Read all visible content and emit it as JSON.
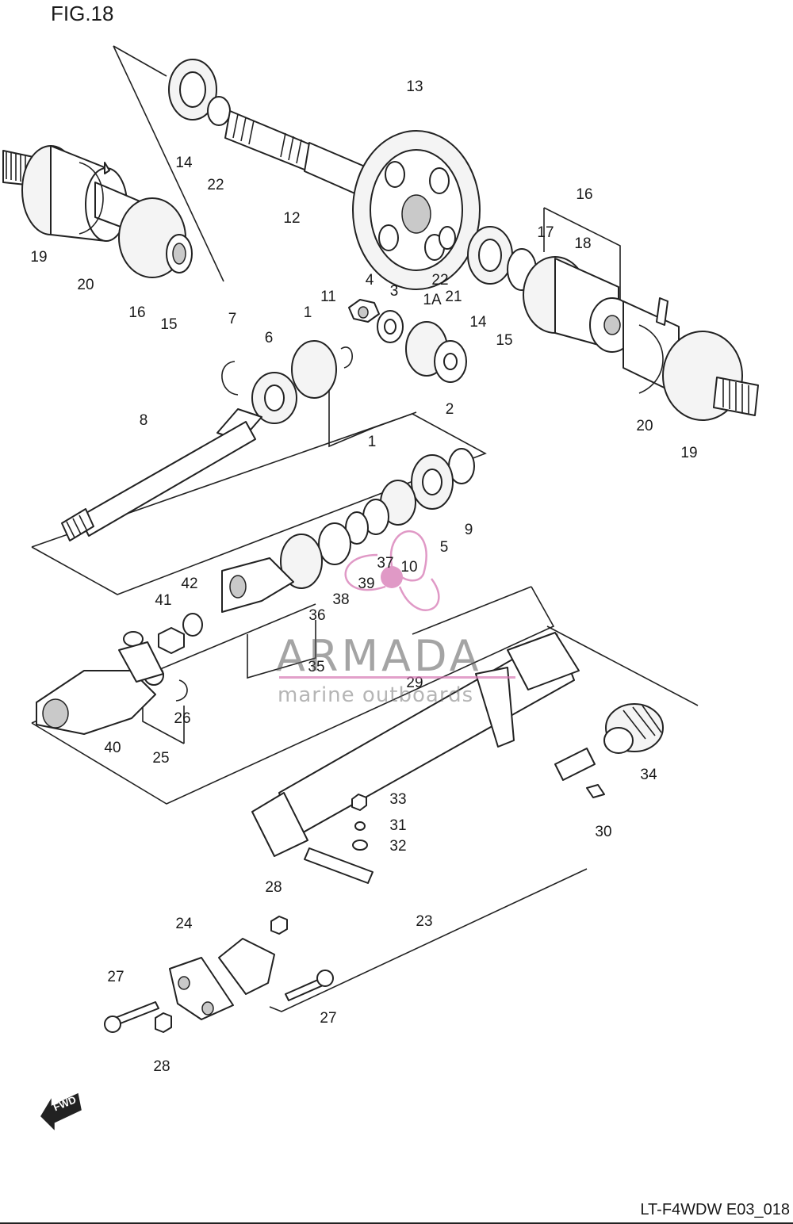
{
  "figure": {
    "title": "FIG.18",
    "drawing_code": "LT-F4WDW E03_018"
  },
  "watermark": {
    "brand": "ARMADA",
    "tagline": "marine outboards",
    "accent_color": "#d678b4"
  },
  "direction_marker": {
    "label": "FWD",
    "icon": "fwd-arrow-icon"
  },
  "callouts": [
    {
      "id": "c13",
      "text": "13"
    },
    {
      "id": "c16a",
      "text": "16"
    },
    {
      "id": "c17",
      "text": "17"
    },
    {
      "id": "c18",
      "text": "18"
    },
    {
      "id": "c14a",
      "text": "14"
    },
    {
      "id": "c22a",
      "text": "22"
    },
    {
      "id": "c12",
      "text": "12"
    },
    {
      "id": "c19a",
      "text": "19"
    },
    {
      "id": "c20a",
      "text": "20"
    },
    {
      "id": "c16b",
      "text": "16"
    },
    {
      "id": "c15a",
      "text": "15"
    },
    {
      "id": "c22b",
      "text": "22"
    },
    {
      "id": "c21",
      "text": "21"
    },
    {
      "id": "c14b",
      "text": "14"
    },
    {
      "id": "c15b",
      "text": "15"
    },
    {
      "id": "c4",
      "text": "4"
    },
    {
      "id": "c3",
      "text": "3"
    },
    {
      "id": "c1A",
      "text": "1A"
    },
    {
      "id": "c11",
      "text": "11"
    },
    {
      "id": "c1a",
      "text": "1"
    },
    {
      "id": "c7",
      "text": "7"
    },
    {
      "id": "c6",
      "text": "6"
    },
    {
      "id": "c2",
      "text": "2"
    },
    {
      "id": "c20b",
      "text": "20"
    },
    {
      "id": "c19b",
      "text": "19"
    },
    {
      "id": "c8",
      "text": "8"
    },
    {
      "id": "c1b",
      "text": "1"
    },
    {
      "id": "c9",
      "text": "9"
    },
    {
      "id": "c5",
      "text": "5"
    },
    {
      "id": "c37",
      "text": "37"
    },
    {
      "id": "c10",
      "text": "10"
    },
    {
      "id": "c39",
      "text": "39"
    },
    {
      "id": "c38",
      "text": "38"
    },
    {
      "id": "c36",
      "text": "36"
    },
    {
      "id": "c42",
      "text": "42"
    },
    {
      "id": "c41",
      "text": "41"
    },
    {
      "id": "c35",
      "text": "35"
    },
    {
      "id": "c29",
      "text": "29"
    },
    {
      "id": "c26",
      "text": "26"
    },
    {
      "id": "c40",
      "text": "40"
    },
    {
      "id": "c25",
      "text": "25"
    },
    {
      "id": "c34",
      "text": "34"
    },
    {
      "id": "c33",
      "text": "33"
    },
    {
      "id": "c31",
      "text": "31"
    },
    {
      "id": "c32",
      "text": "32"
    },
    {
      "id": "c30",
      "text": "30"
    },
    {
      "id": "c28a",
      "text": "28"
    },
    {
      "id": "c23",
      "text": "23"
    },
    {
      "id": "c24",
      "text": "24"
    },
    {
      "id": "c27a",
      "text": "27"
    },
    {
      "id": "c27b",
      "text": "27"
    },
    {
      "id": "c28b",
      "text": "28"
    }
  ]
}
